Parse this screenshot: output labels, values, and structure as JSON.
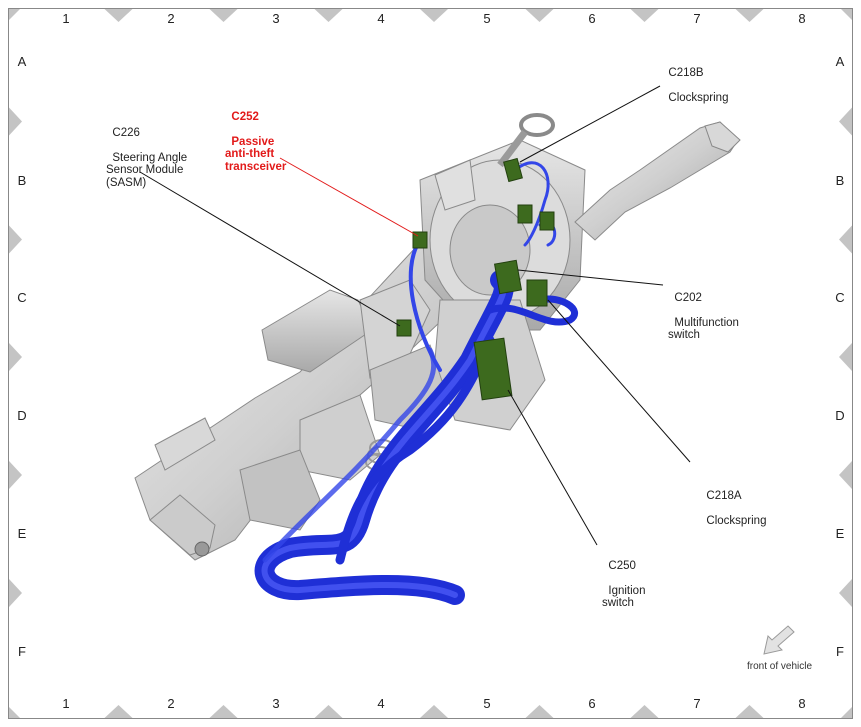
{
  "grid": {
    "columns": [
      "1",
      "2",
      "3",
      "4",
      "5",
      "6",
      "7",
      "8"
    ],
    "rows": [
      "A",
      "B",
      "C",
      "D",
      "E",
      "F"
    ]
  },
  "callouts": [
    {
      "id": "c218b",
      "code": "C218B",
      "name": "Clockspring",
      "highlight": false
    },
    {
      "id": "c226",
      "code": "C226",
      "name": "Steering Angle\nSensor Module\n(SASM)",
      "highlight": false
    },
    {
      "id": "c252",
      "code": "C252",
      "name": "Passive\nanti-theft\ntransceiver",
      "highlight": true
    },
    {
      "id": "c202",
      "code": "C202",
      "name": "Multifunction\nswitch",
      "highlight": false
    },
    {
      "id": "c218a",
      "code": "C218A",
      "name": "Clockspring",
      "highlight": false
    },
    {
      "id": "c250",
      "code": "C250",
      "name": "Ignition\nswitch",
      "highlight": false
    }
  ],
  "orientation": {
    "label": "front of vehicle",
    "icon": "arrow-down-left-icon"
  },
  "colors": {
    "harness": "#1f2fd6",
    "connector": "#3d6a1e",
    "highlight": "#e21a1a",
    "housing": "#d2d2d2",
    "marker": "#c4c4c4"
  }
}
